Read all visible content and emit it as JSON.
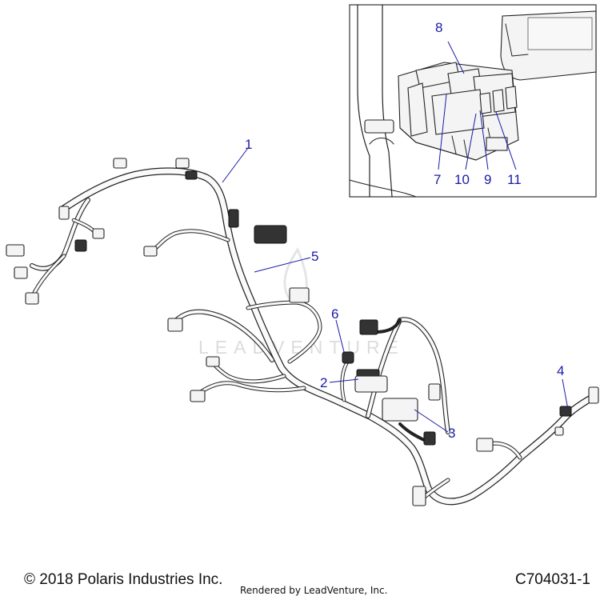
{
  "callouts": [
    {
      "id": "1",
      "label": "1"
    },
    {
      "id": "2",
      "label": "2"
    },
    {
      "id": "3",
      "label": "3"
    },
    {
      "id": "4",
      "label": "4"
    },
    {
      "id": "5",
      "label": "5"
    },
    {
      "id": "6",
      "label": "6"
    },
    {
      "id": "7",
      "label": "7"
    },
    {
      "id": "8",
      "label": "8"
    },
    {
      "id": "9",
      "label": "9"
    },
    {
      "id": "10",
      "label": "10"
    },
    {
      "id": "11",
      "label": "11"
    }
  ],
  "watermark": {
    "text": "LEADVENTURE"
  },
  "footer": {
    "copyright": "© 2018 Polaris Industries Inc.",
    "rendered_by": "Rendered by LeadVenture, Inc.",
    "drawing_code": "C704031-1"
  },
  "colors": {
    "callout": "#1a1aa8",
    "line": "#222222"
  }
}
